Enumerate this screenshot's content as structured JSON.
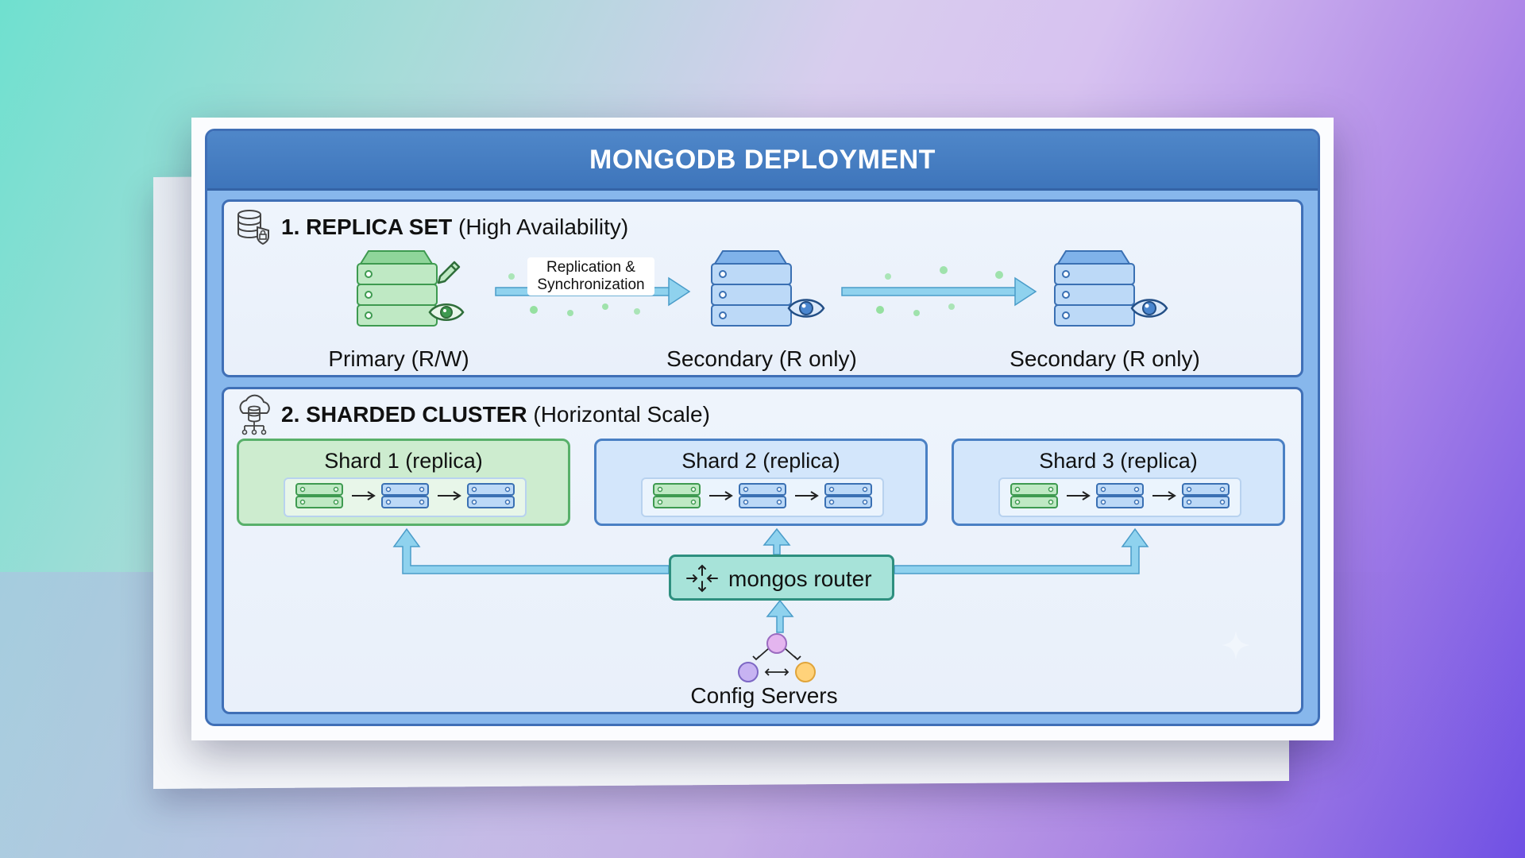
{
  "title": "MONGODB DEPLOYMENT",
  "replica_set": {
    "number": "1.",
    "name": "REPLICA SET",
    "subtitle": "(High Availability)",
    "replication_label": "Replication & Synchronization",
    "nodes": [
      {
        "label": "Primary (R/W)",
        "color": "#5bb86a"
      },
      {
        "label": "Secondary (R only)",
        "color": "#4a86cf"
      },
      {
        "label": "Secondary (R only)",
        "color": "#4a86cf"
      }
    ]
  },
  "sharded_cluster": {
    "number": "2.",
    "name": "SHARDED CLUSTER",
    "subtitle": "(Horizontal Scale)",
    "shards": [
      {
        "label": "Shard 1 (replica)",
        "color": "#58b06a"
      },
      {
        "label": "Shard 2 (replica)",
        "color": "#4a80c4"
      },
      {
        "label": "Shard 3 (replica)",
        "color": "#4a80c4"
      }
    ],
    "router_label": "mongos router",
    "config_label": "Config Servers",
    "config_colors": [
      "#e4b5ef",
      "#c7b3f2",
      "#ffd27a"
    ]
  },
  "colors": {
    "header": "#3e75bb",
    "frame": "#87b7ec",
    "arrow": "#8fd2ee",
    "router": "#a7e3d9"
  }
}
